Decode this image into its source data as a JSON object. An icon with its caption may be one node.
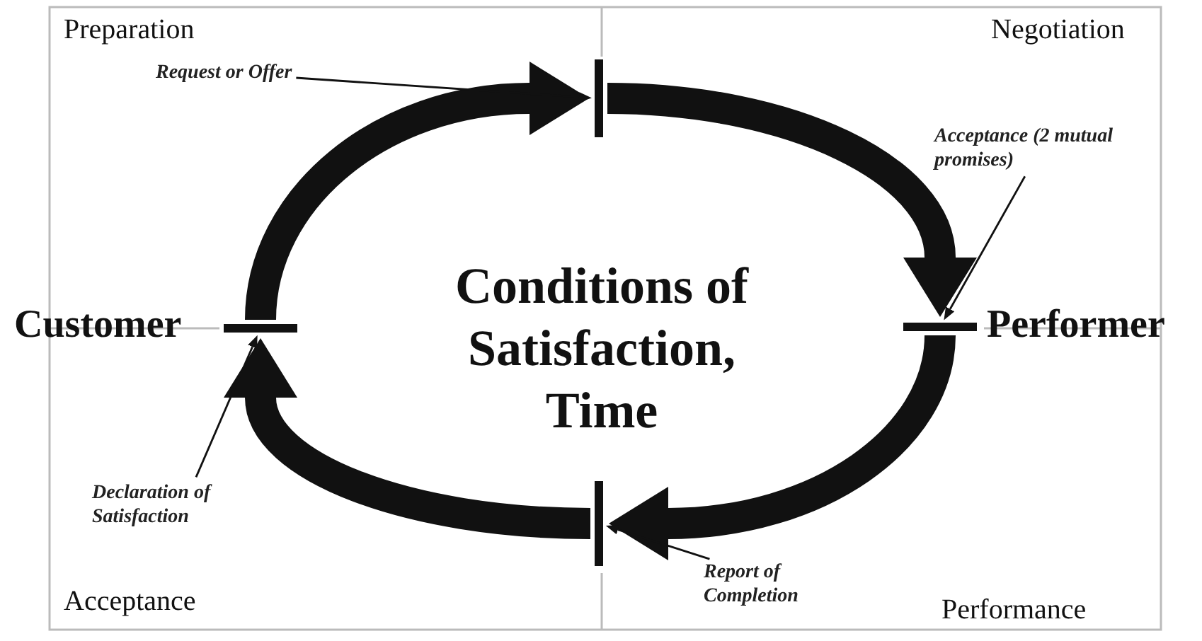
{
  "diagram": {
    "nodes": [
      {
        "text": [],
        "shape": "bar"
      },
      {
        "text": [],
        "shape": "bar"
      },
      {
        "text": [],
        "shape": "bar"
      },
      {
        "text": [],
        "shape": "bar"
      },
      {
        "text": [
          "Request or Offer"
        ]
      },
      {
        "text": [
          "Acceptance (2 mutual promises)"
        ]
      },
      {
        "text": [
          "Report of Completion"
        ]
      },
      {
        "text": [
          "Declaration of Satisfaction"
        ]
      }
    ],
    "edges": [
      {
        "from": 3,
        "to": 0,
        "arrow": "to",
        "style": "thick"
      },
      {
        "from": 0,
        "to": 1,
        "arrow": "to",
        "style": "thick"
      },
      {
        "from": 1,
        "to": 2,
        "arrow": "to",
        "style": "thick"
      },
      {
        "from": 2,
        "to": 3,
        "arrow": "to",
        "style": "thick"
      },
      {
        "from": 4,
        "to": 0,
        "arrow": "to"
      },
      {
        "from": 5,
        "to": 1,
        "arrow": "to"
      },
      {
        "from": 6,
        "to": 2,
        "arrow": "to"
      },
      {
        "from": 7,
        "to": 3,
        "arrow": "to"
      }
    ],
    "labels": [
      "Preparation",
      "Negotiation",
      "Customer",
      "Conditions of Satisfaction, Time",
      "Performer",
      "Acceptance",
      "Performance"
    ]
  }
}
